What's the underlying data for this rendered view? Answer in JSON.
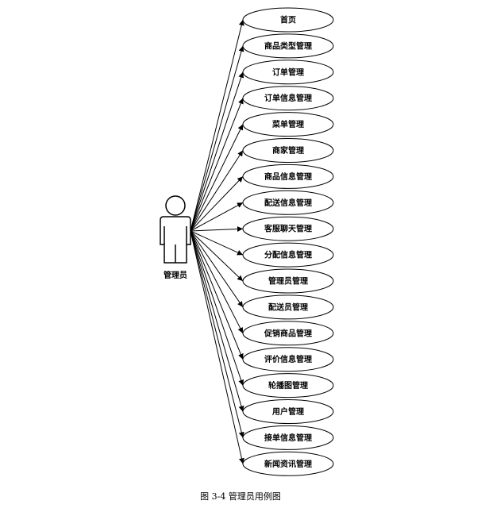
{
  "actor": {
    "label": "管理员",
    "icon": "person-icon"
  },
  "use_cases": [
    "首页",
    "商品类型管理",
    "订单管理",
    "订单信息管理",
    "菜单管理",
    "商家管理",
    "商品信息管理",
    "配送信息管理",
    "客服聊天管理",
    "分配信息管理",
    "管理员管理",
    "配送员管理",
    "促销商品管理",
    "评价信息管理",
    "轮播图管理",
    "用户管理",
    "接单信息管理",
    "新闻资讯管理"
  ],
  "caption": "图 3-4 管理员用例图"
}
